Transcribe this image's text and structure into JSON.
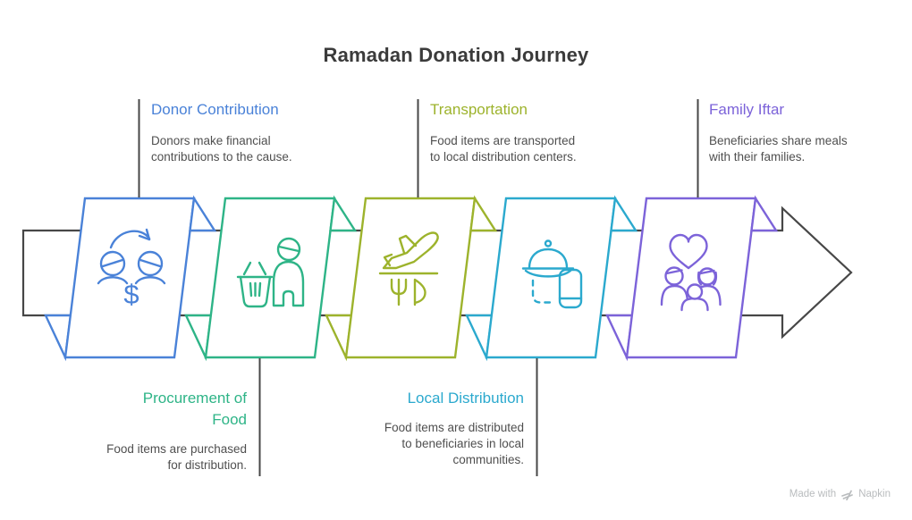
{
  "title": "Ramadan Donation Journey",
  "steps": [
    {
      "name": "donor-contribution",
      "label": "Donor Contribution",
      "title_lines": [
        "Donor Contribution"
      ],
      "desc_lines": [
        "Donors make financial",
        "contributions to the cause."
      ],
      "color": "#4A82D8",
      "icon": "money-transfer-icon",
      "icon_glyph": "$",
      "label_position": "top"
    },
    {
      "name": "procurement-of-food",
      "label": "Procurement of Food",
      "title_lines": [
        "Procurement of",
        "Food"
      ],
      "desc_lines": [
        "Food items are purchased",
        "for distribution."
      ],
      "color": "#2EB487",
      "icon": "person-shopping-basket-icon",
      "label_position": "bottom"
    },
    {
      "name": "transportation",
      "label": "Transportation",
      "title_lines": [
        "Transportation"
      ],
      "desc_lines": [
        "Food items are transported",
        "to local distribution centers."
      ],
      "color": "#9DB32C",
      "icon": "airplane-food-icon",
      "label_position": "top"
    },
    {
      "name": "local-distribution",
      "label": "Local Distribution",
      "title_lines": [
        "Local Distribution"
      ],
      "desc_lines": [
        "Food items are distributed",
        "to beneficiaries in local",
        "communities."
      ],
      "color": "#2BA9CE",
      "icon": "food-delivery-icon",
      "label_position": "bottom"
    },
    {
      "name": "family-iftar",
      "label": "Family Iftar",
      "title_lines": [
        "Family Iftar"
      ],
      "desc_lines": [
        "Beneficiaries share meals",
        "with their families."
      ],
      "color": "#7C63D9",
      "icon": "family-heart-icon",
      "label_position": "top"
    }
  ],
  "colors": {
    "background": "#FFFFFF",
    "outline": "#474747",
    "heading": "#3B3B3B",
    "body_text": "#4F4F4F",
    "watermark": "#B9BCBE"
  },
  "watermark": {
    "prefix": "Made with",
    "brand": "Napkin"
  }
}
